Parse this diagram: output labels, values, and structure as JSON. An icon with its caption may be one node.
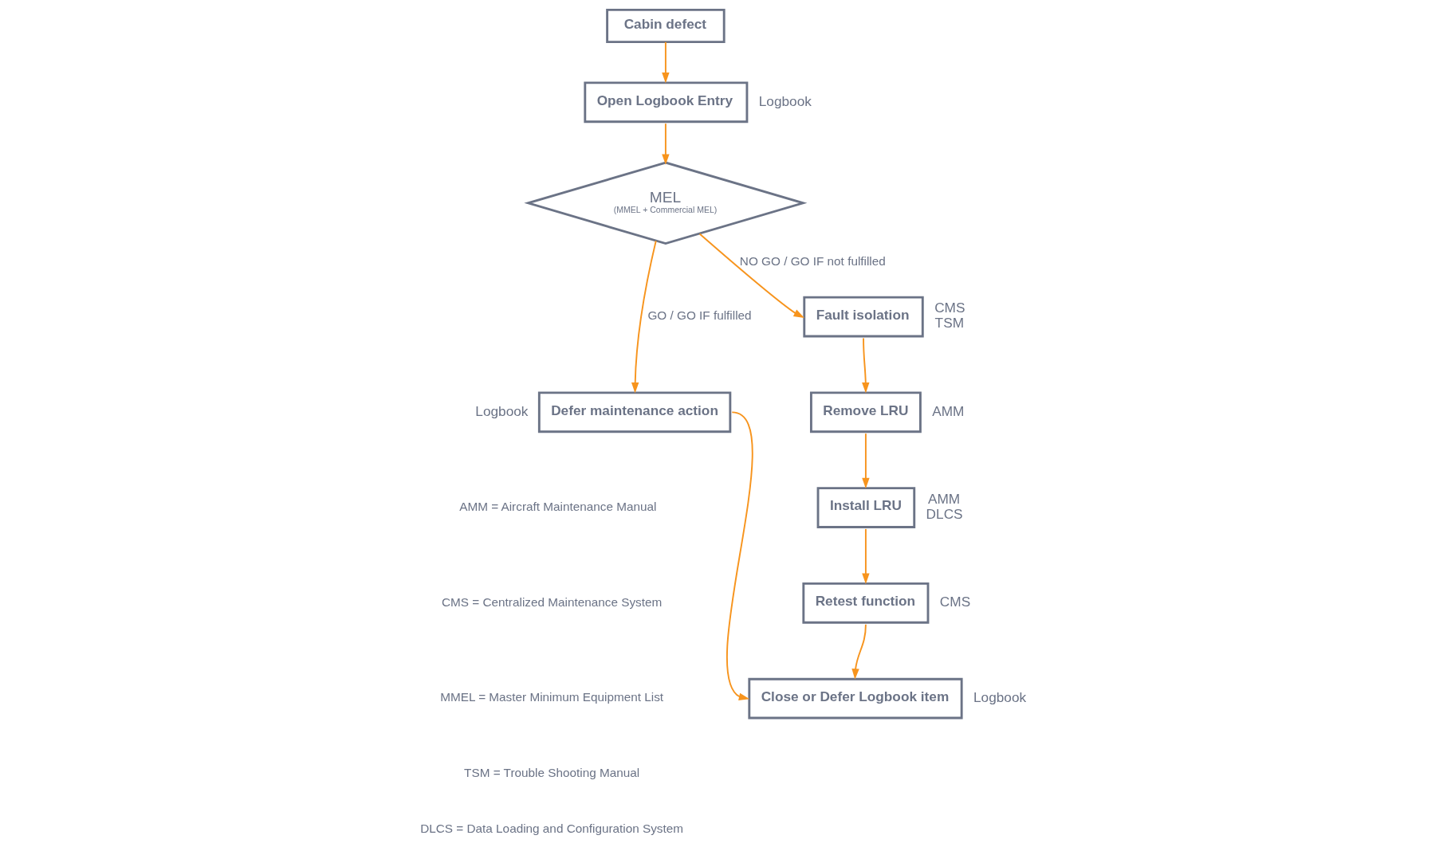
{
  "diagram": {
    "nodes": [
      {
        "text": [
          "Cabin defect"
        ]
      },
      {
        "text": [
          "Open Logbook Entry"
        ],
        "beside": [
          "Logbook"
        ]
      },
      {
        "text": [
          "MEL",
          "(MMEL + Commercial MEL)"
        ]
      },
      {
        "text": [
          "Defer maintenance action"
        ],
        "beside": [
          "Logbook"
        ]
      },
      {
        "text": [
          "Fault isolation"
        ],
        "beside": [
          "CMS",
          "TSM"
        ]
      },
      {
        "text": [
          "Remove LRU"
        ],
        "beside": [
          "AMM"
        ]
      },
      {
        "text": [
          "Install LRU"
        ],
        "beside": [
          "AMM",
          "DLCS"
        ]
      },
      {
        "text": [
          "Retest function"
        ],
        "beside": [
          "CMS"
        ]
      },
      {
        "text": [
          "Close or Defer Logbook item"
        ],
        "beside": [
          "Logbook"
        ]
      }
    ],
    "edges": [
      {
        "from": 0,
        "to": 1,
        "arrow": "to"
      },
      {
        "from": 1,
        "to": 2,
        "arrow": "to"
      },
      {
        "from": 2,
        "to": 3,
        "arrow": "to",
        "label": "GO / GO IF fulfilled"
      },
      {
        "from": 2,
        "to": 4,
        "arrow": "to",
        "label": "NO GO / GO IF not fulfilled"
      },
      {
        "from": 4,
        "to": 5,
        "arrow": "to"
      },
      {
        "from": 5,
        "to": 6,
        "arrow": "to"
      },
      {
        "from": 6,
        "to": 7,
        "arrow": "to"
      },
      {
        "from": 3,
        "to": 8,
        "arrow": "to"
      },
      {
        "from": 7,
        "to": 8,
        "arrow": "to"
      }
    ],
    "labels": [
      "AMM = Aircraft Maintenance Manual",
      "CMS = Centralized Maintenance System",
      "MMEL = Master Minimum Equipment List",
      "TSM = Trouble Shooting Manual",
      "DLCS = Data Loading and Configuration System"
    ]
  }
}
